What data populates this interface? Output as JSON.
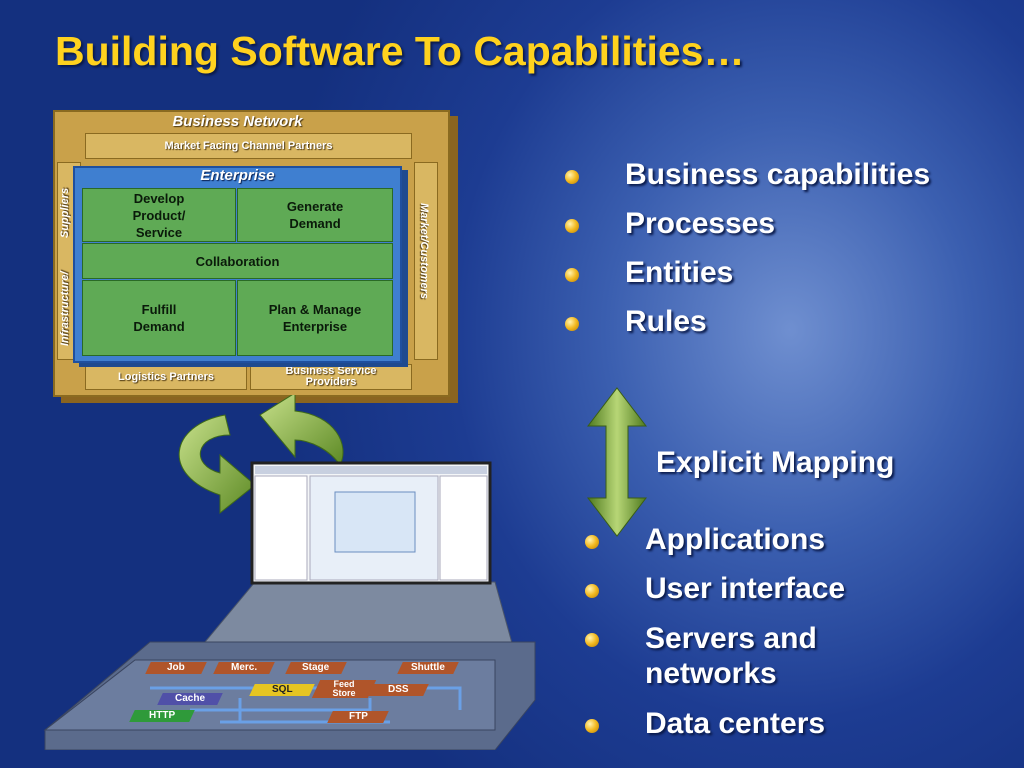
{
  "title": "Building Software To Capabilities…",
  "business_network": {
    "title": "Business Network",
    "market_partners": "Market Facing Channel Partners",
    "suppliers": "Suppliers",
    "infrastructure": "Infrastructure/",
    "market_customers": "Market/Customers",
    "logistics": "Logistics Partners",
    "business_service": "Business Service Providers",
    "enterprise": {
      "title": "Enterprise",
      "develop": "Develop Product/ Service",
      "generate": "Generate Demand",
      "collaboration": "Collaboration",
      "fulfill": "Fulfill Demand",
      "plan": "Plan & Manage Enterprise"
    }
  },
  "bullets_top": [
    "Business capabilities",
    "Processes",
    "Entities",
    "Rules"
  ],
  "mapping_label": "Explicit Mapping",
  "bullets_bottom": [
    "Applications",
    "User interface",
    "Servers and networks",
    "Data centers"
  ],
  "platform_tags": {
    "job": "Job",
    "merc": "Merc.",
    "stage": "Stage",
    "shuttle": "Shuttle",
    "sql": "SQL",
    "feed_store": "Feed Store",
    "dss": "DSS",
    "cache": "Cache",
    "http": "HTTP",
    "ftp": "FTP"
  },
  "colors": {
    "title": "#ffd21e",
    "enterprise": "#3f7fd0",
    "network": "#c9a14a",
    "cell": "#5faa55"
  }
}
